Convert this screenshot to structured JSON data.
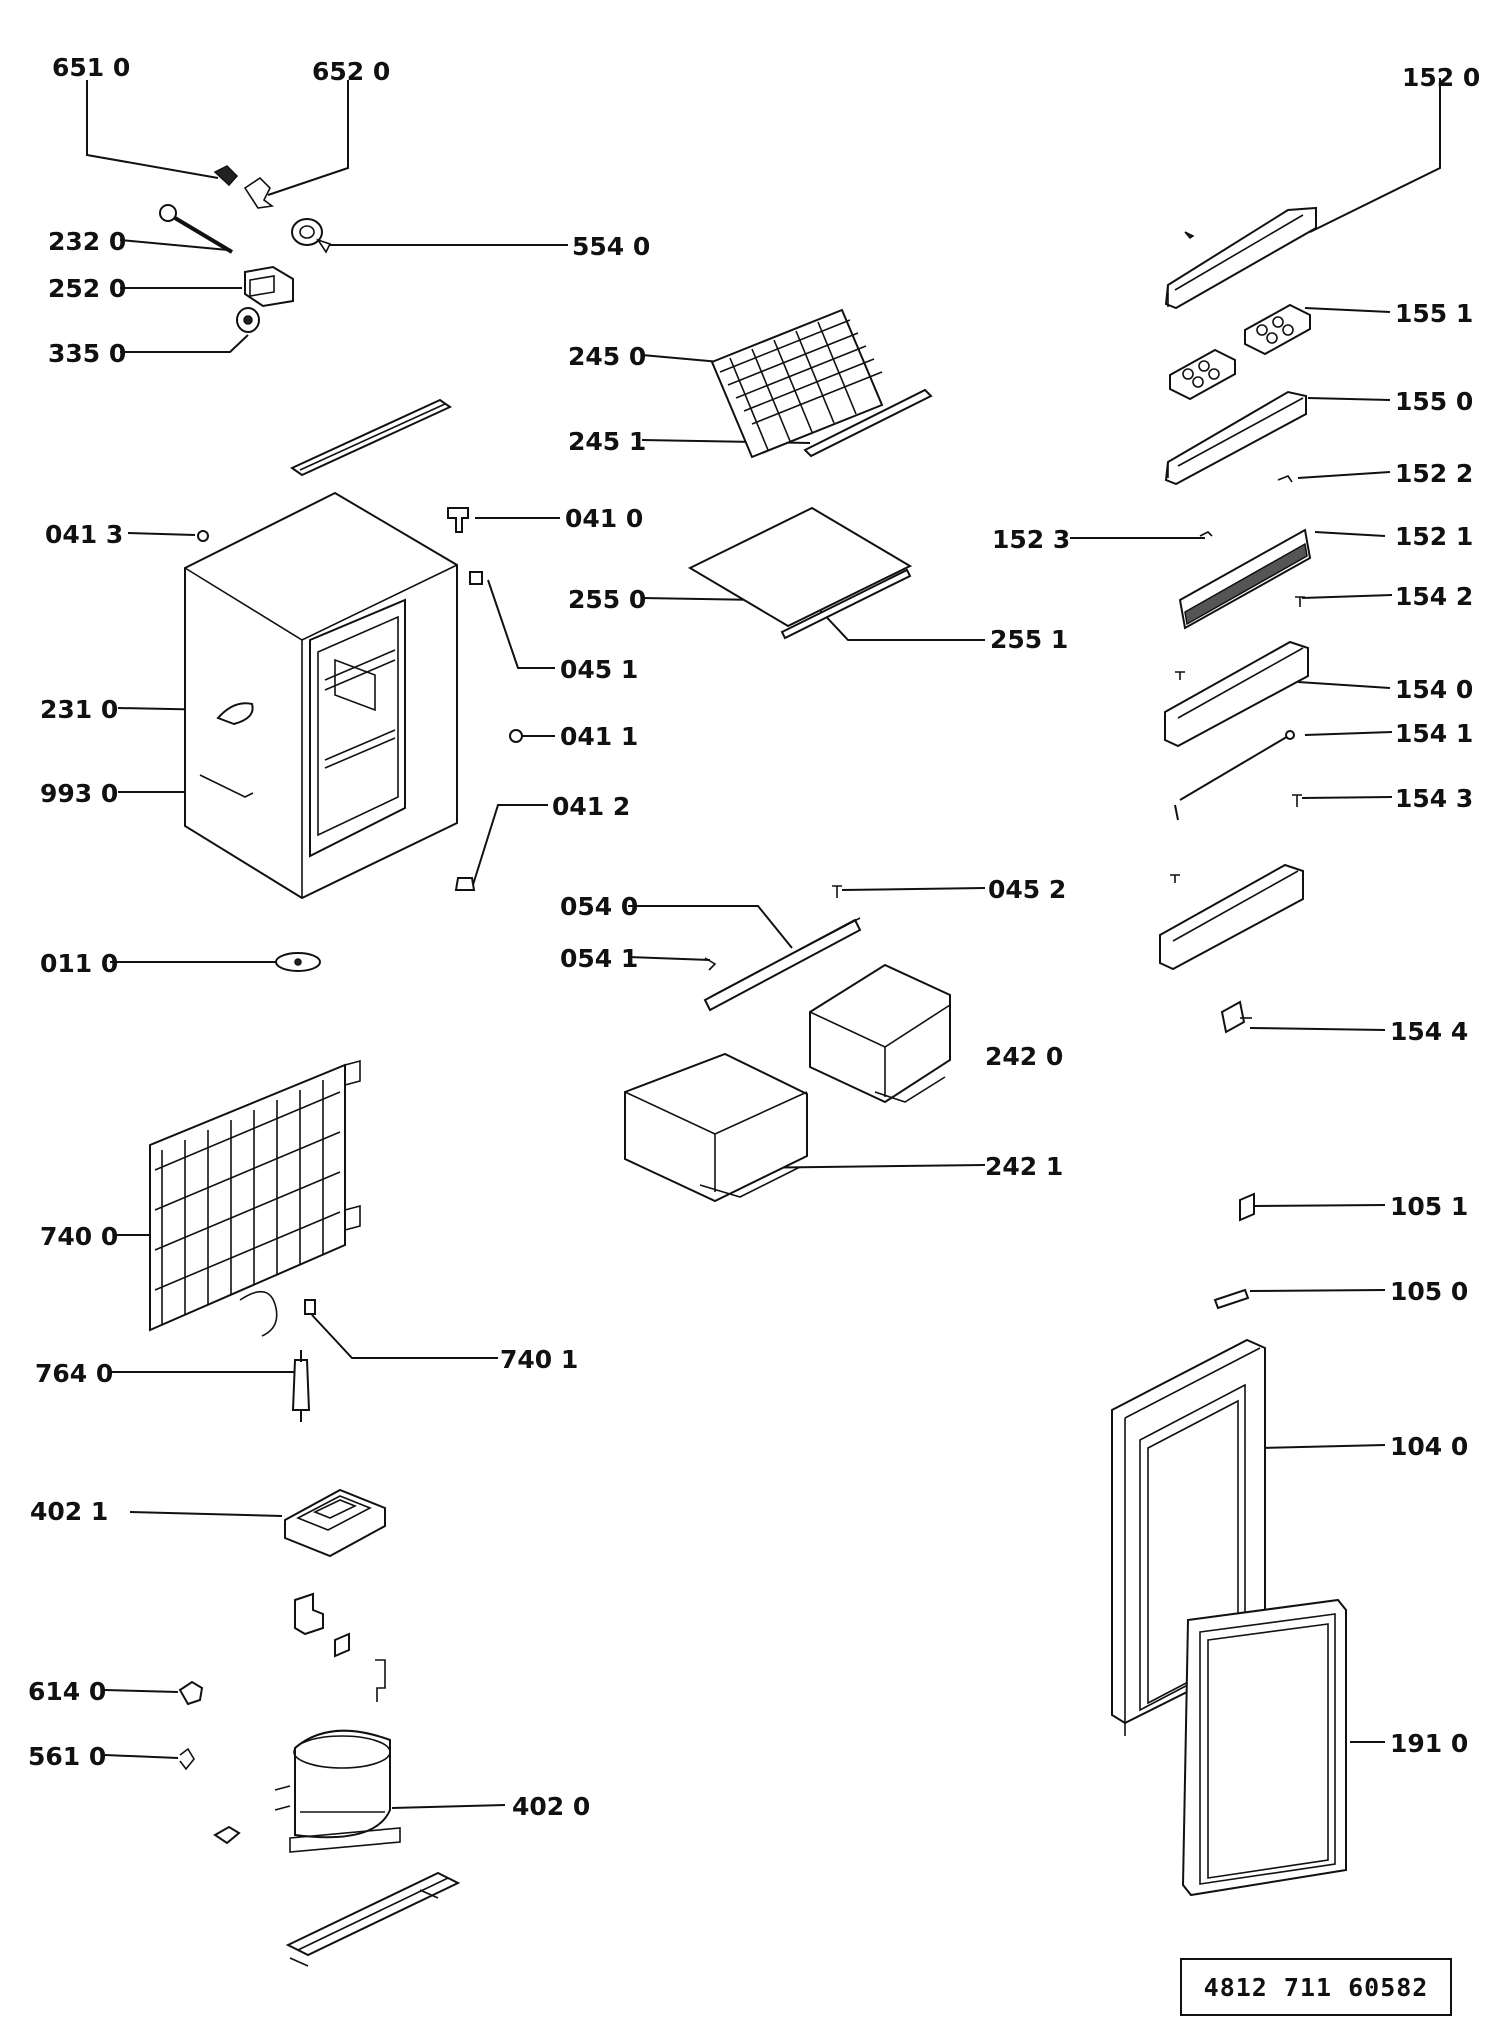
{
  "labels": {
    "l6510": "651 0",
    "l6520": "652 0",
    "l2320": "232 0",
    "l5540": "554 0",
    "l2520": "252 0",
    "l3350": "335 0",
    "l2450": "245 0",
    "l2451": "245 1",
    "l0413": "041 3",
    "l0410": "041 0",
    "l2550": "255 0",
    "l2551": "255 1",
    "l0451": "045 1",
    "l2310": "231 0",
    "l0411": "041 1",
    "l9930": "993 0",
    "l0412": "041 2",
    "l0540": "054 0",
    "l0452": "045 2",
    "l0110": "011 0",
    "l0541": "054 1",
    "l2420": "242 0",
    "l2421": "242 1",
    "l7400": "740 0",
    "l7640": "764 0",
    "l7401": "740 1",
    "l4021": "402 1",
    "l6140": "614 0",
    "l5610": "561 0",
    "l4020": "402 0",
    "l1520": "152 0",
    "l1551": "155 1",
    "l1550": "155 0",
    "l1522": "152 2",
    "l1523": "152 3",
    "l1521": "152 1",
    "l1542": "154 2",
    "l1540": "154 0",
    "l1541": "154 1",
    "l1543": "154 3",
    "l1544": "154 4",
    "l1051": "105 1",
    "l1050": "105 0",
    "l1040": "104 0",
    "l1910": "191 0"
  },
  "doc_number": "4812   711   60582"
}
